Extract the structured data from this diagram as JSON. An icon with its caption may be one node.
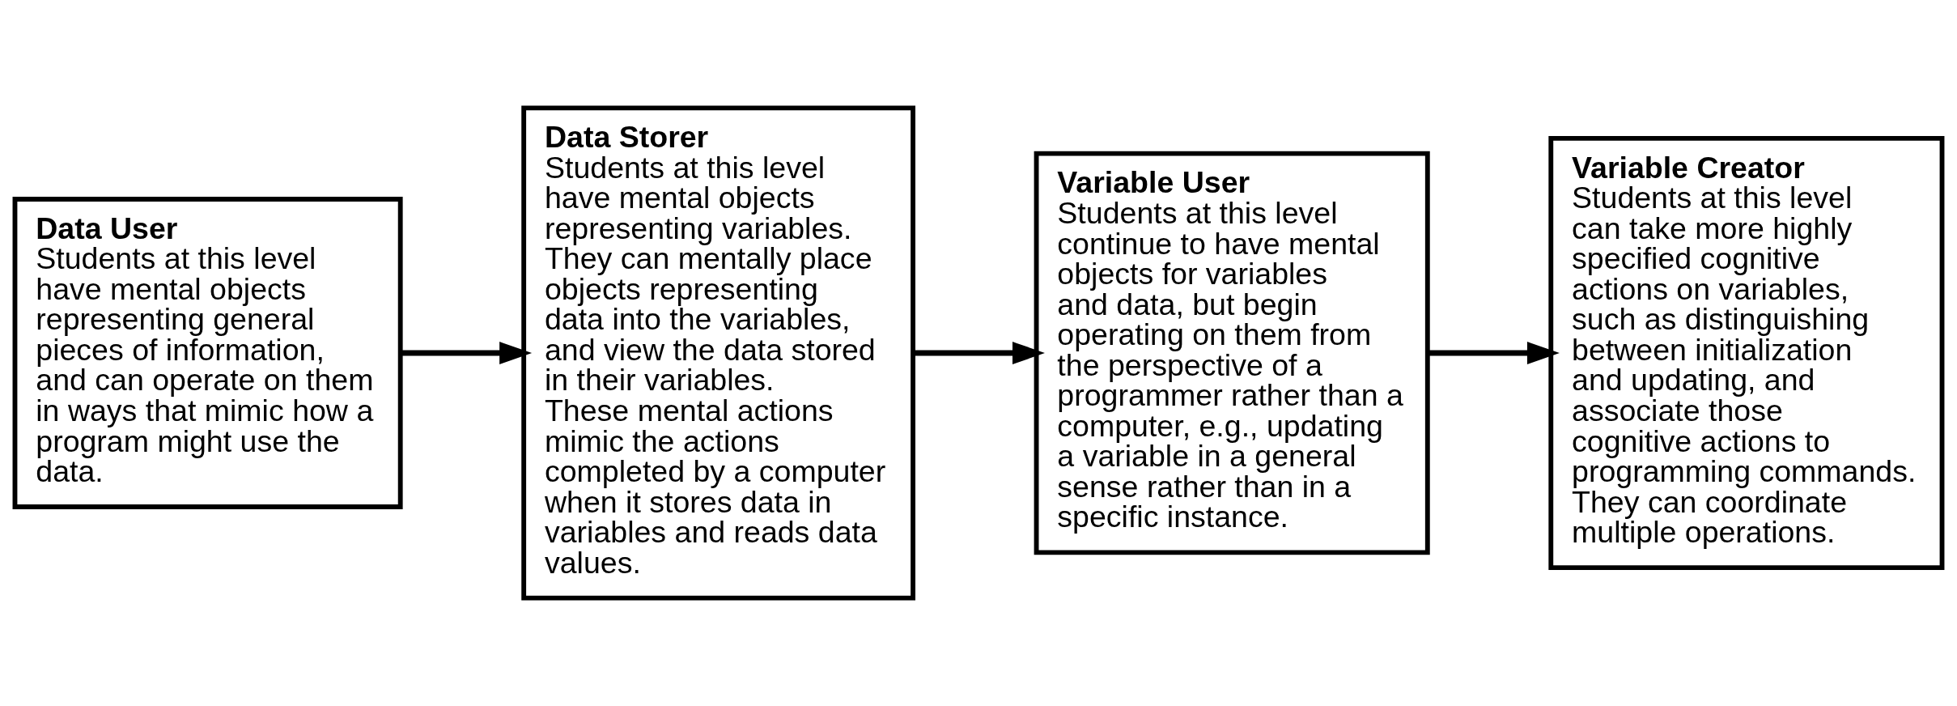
{
  "diagram": {
    "nodes": [
      {
        "text": [
          "Data User",
          "Students at this level have mental objects representing general pieces of information, and can operate on them in ways that mimic how a program might use the data."
        ]
      },
      {
        "text": [
          "Data Storer",
          "Students at this level have mental objects representing variables. They can mentally place objects representing data into the variables, and view the data stored in their variables. These mental actions mimic the actions completed by a computer when it stores data in variables and reads data values."
        ]
      },
      {
        "text": [
          "Variable User",
          "Students at this level continue to have mental objects for variables and data, but begin operating on them from the perspective of a programmer rather than a computer, e.g., updating a variable in a general sense rather than in a specific instance."
        ]
      },
      {
        "text": [
          "Variable Creator",
          "Students at this level can take more highly specified cognitive actions on variables, such as distinguishing between initialization and updating, and associate those cognitive actions to programming commands. They can coordinate multiple operations."
        ]
      }
    ],
    "edges": [
      {
        "from": 0,
        "to": 1,
        "arrow": "to"
      },
      {
        "from": 1,
        "to": 2,
        "arrow": "to"
      },
      {
        "from": 2,
        "to": 3,
        "arrow": "to"
      }
    ]
  }
}
